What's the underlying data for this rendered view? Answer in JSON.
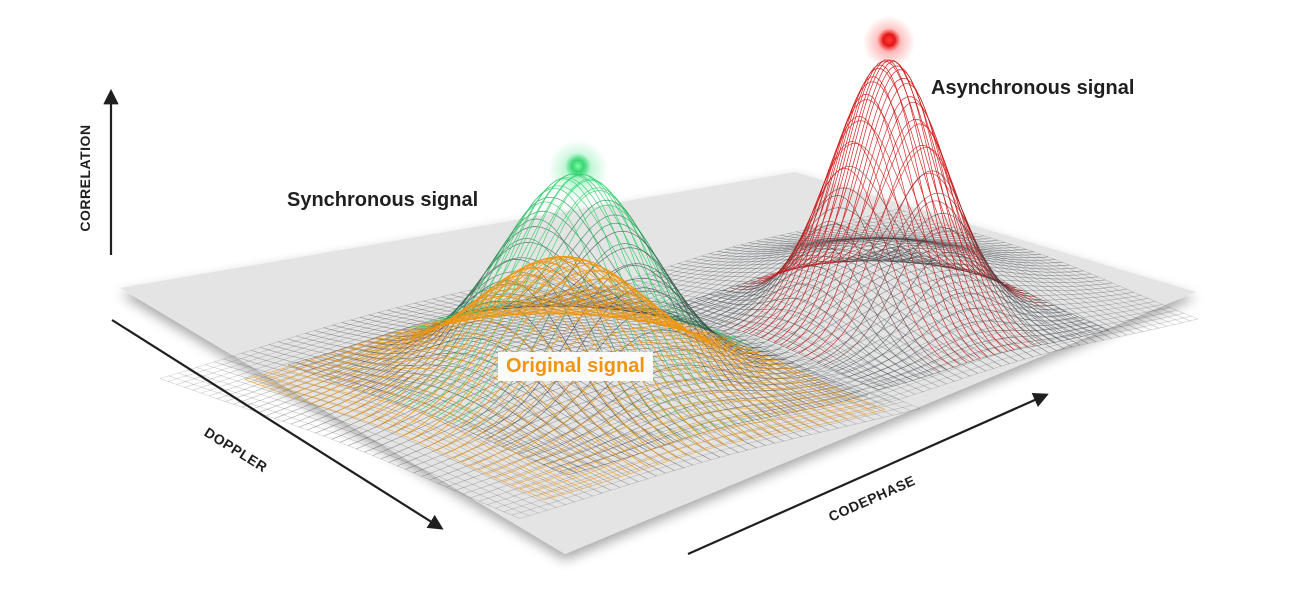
{
  "axes": {
    "correlation": "CORRELATION",
    "doppler": "DOPPLER",
    "codephase": "CODEPHASE"
  },
  "labels": {
    "synchronous": "Synchronous signal",
    "asynchronous": "Asynchronous signal",
    "original": "Original signal"
  },
  "colors": {
    "plane": "#e3e3e3",
    "mesh_dark": "#3d4347",
    "synchronous_peak": "#22c15e",
    "asynchronous_peak": "#e21b1b",
    "original": "#f0950f",
    "label_text": "#1f1f1f"
  }
}
